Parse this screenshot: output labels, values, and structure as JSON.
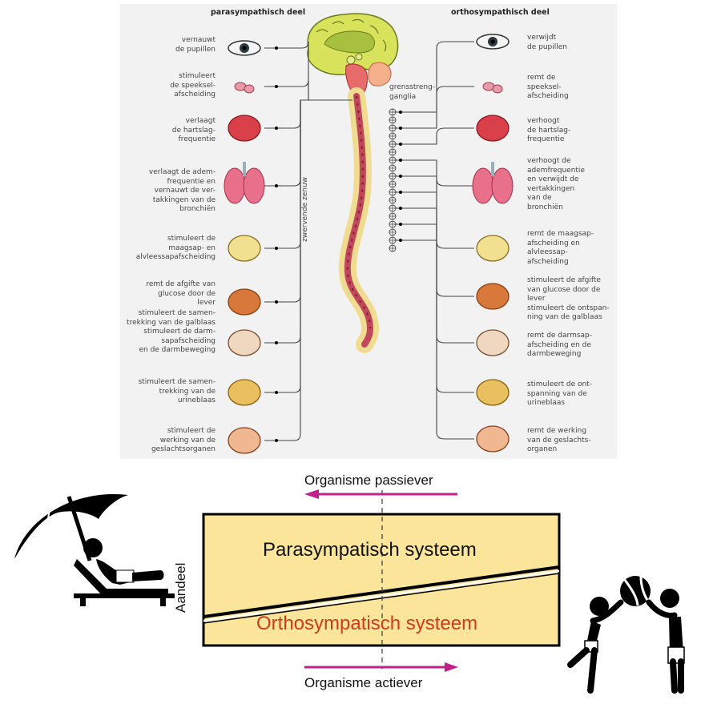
{
  "nervous_system_diagram": {
    "parasympathetic_header": "parasympathisch deel",
    "orthosympathetic_header": "orthosympathisch deel",
    "ganglia_label": "grensstreng-\nganglia",
    "vagus_label": "zwervende zenuw",
    "parasympathetic_effects": [
      {
        "organ": "eye",
        "text": "vernauwt\nde pupillen"
      },
      {
        "organ": "salivary-glands",
        "text": "stimuleert\nde speeksel-\nafscheiding"
      },
      {
        "organ": "heart",
        "text": "verlaagt\nde hartslag-\nfrequentie"
      },
      {
        "organ": "lungs",
        "text": "verlaagt de adem-\nfrequentie en\nvernauwt de ver-\ntakkingen van de\nbronchiën"
      },
      {
        "organ": "stomach-pancreas",
        "text": "stimuleert de\nmaagsap- en\nalvleessapafscheiding"
      },
      {
        "organ": "liver",
        "text": "remt de afgifte van\nglucose door de\nlever"
      },
      {
        "organ": "intestines",
        "text": "stimuleert de samen-\ntrekking van de galblaas\nstimuleert de darm-\nsapafscheiding\nen de darmbeweging"
      },
      {
        "organ": "bladder",
        "text": "stimuleert de samen-\ntrekking van de\nurineblaas"
      },
      {
        "organ": "genitals",
        "text": "stimuleert de\nwerking van de\ngeslachtsorganen"
      }
    ],
    "orthosympathetic_effects": [
      {
        "organ": "eye",
        "text": "verwijdt\nde pupillen"
      },
      {
        "organ": "salivary-glands",
        "text": "remt de\nspeeksel-\nafscheiding"
      },
      {
        "organ": "heart",
        "text": "verhoogt\nde hartslag-\nfrequentie"
      },
      {
        "organ": "lungs",
        "text": "verhoogt de\nademfrequentie\nen verwijdt de\nvertakkingen\nvan de\nbronchiën"
      },
      {
        "organ": "stomach-pancreas",
        "text": "remt de maagsap-\nafscheiding en\nalvleessap-\nafscheiding"
      },
      {
        "organ": "liver",
        "text": "stimuleert de afgifte\nvan glucose door de\nlever\nstimuleert de ontspan-\nning van de galblaas"
      },
      {
        "organ": "intestines",
        "text": "remt de darmsap-\nafscheiding en de\ndarmbeweging"
      },
      {
        "organ": "bladder",
        "text": "stimuleert de ont-\nspanning van de\nurineblaas"
      },
      {
        "organ": "genitals",
        "text": "remt de werking\nvan de geslachts-\norganen"
      }
    ]
  },
  "balance_diagram": {
    "top_label": "Organisme passiever",
    "bottom_label": "Organisme actiever",
    "y_axis_label": "Aandeel",
    "parasympathetic_label": "Parasympatisch systeem",
    "orthosympathetic_label": "Orthosympatisch systeem",
    "colors": {
      "fill": "#fbe59a",
      "arrow": "#c0208a",
      "orthosympathetic_text": "#d03a1e",
      "parasympathetic_text": "#111111"
    },
    "icons": {
      "left": "person-relaxing-under-umbrella-icon",
      "right": "children-playing-ball-icon"
    }
  }
}
